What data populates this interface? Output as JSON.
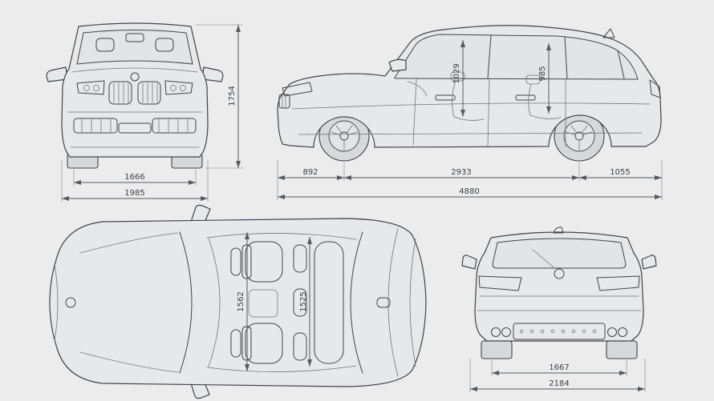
{
  "colors": {
    "background": "#ececed",
    "car_fill": "#e7e8e9",
    "car_line": "#3f454b",
    "detail_line": "#70767c",
    "dim_line": "#565b60",
    "dim_text": "#3a3f44"
  },
  "views": {
    "front": {
      "overall_height": "1754",
      "front_track": "1666",
      "body_width": "1985"
    },
    "side": {
      "front_headroom": "1029",
      "rear_headroom": "985",
      "front_overhang": "892",
      "wheelbase": "2933",
      "rear_overhang": "1055",
      "overall_length": "4880"
    },
    "top": {
      "front_interior_width": "1562",
      "rear_interior_width": "1525"
    },
    "rear": {
      "rear_track": "1667",
      "overall_width": "2184"
    }
  }
}
